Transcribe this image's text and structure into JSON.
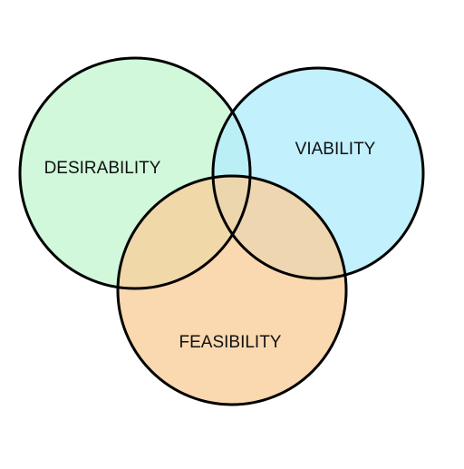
{
  "diagram": {
    "type": "venn",
    "circles": [
      {
        "id": "desirability",
        "label": "DESIRABILITY",
        "fill": "#c5f6d2"
      },
      {
        "id": "viability",
        "label": "VIABILITY",
        "fill": "#b3ecfb"
      },
      {
        "id": "feasibility",
        "label": "FEASIBILITY",
        "fill": "#f9cf9c"
      }
    ],
    "overlap_colors": {
      "desirability_viability": "#9ee6df",
      "desirability_feasibility": "#e2d59a",
      "viability_feasibility": "#dad6b9",
      "all_three": "#dcd69b"
    },
    "outline_color": "#000000"
  }
}
